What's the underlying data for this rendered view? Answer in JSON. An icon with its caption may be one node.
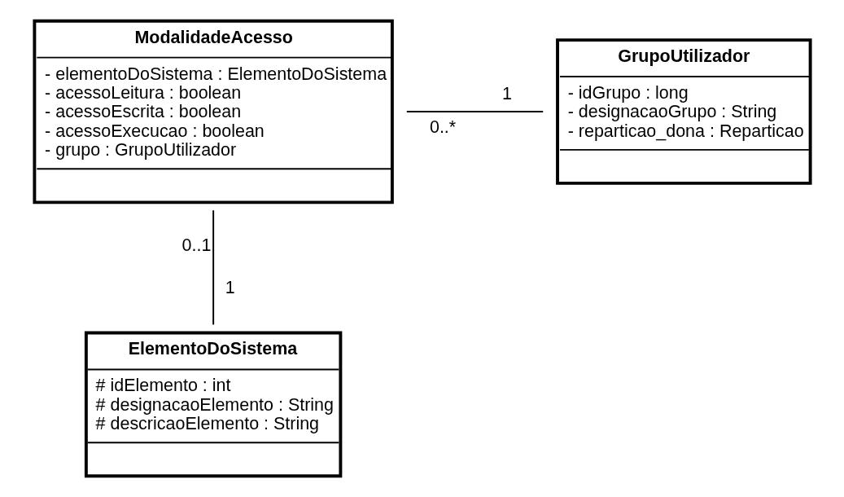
{
  "diagram": {
    "nodes": [
      {
        "text": [
          "ModalidadeAcesso",
          "- elementoDoSistema : ElementoDoSistema",
          "- acessoLeitura : boolean",
          "- acessoEscrita : boolean",
          "- acessoExecucao : boolean",
          "- grupo : GrupoUtilizador"
        ]
      },
      {
        "text": [
          "GrupoUtilizador",
          "- idGrupo : long",
          "- designacaoGrupo : String",
          "- reparticao_dona : Reparticao"
        ]
      },
      {
        "text": [
          "ElementoDoSistema",
          "# idElemento : int",
          "# designacaoElemento : String",
          "# descricaoElemento : String"
        ]
      }
    ],
    "edges": [
      {
        "from": 0,
        "to": 1,
        "arrow": "none"
      },
      {
        "from": 0,
        "to": 2,
        "arrow": "none"
      }
    ],
    "labels": [
      "0..*",
      "1",
      "0..1",
      "1"
    ]
  }
}
